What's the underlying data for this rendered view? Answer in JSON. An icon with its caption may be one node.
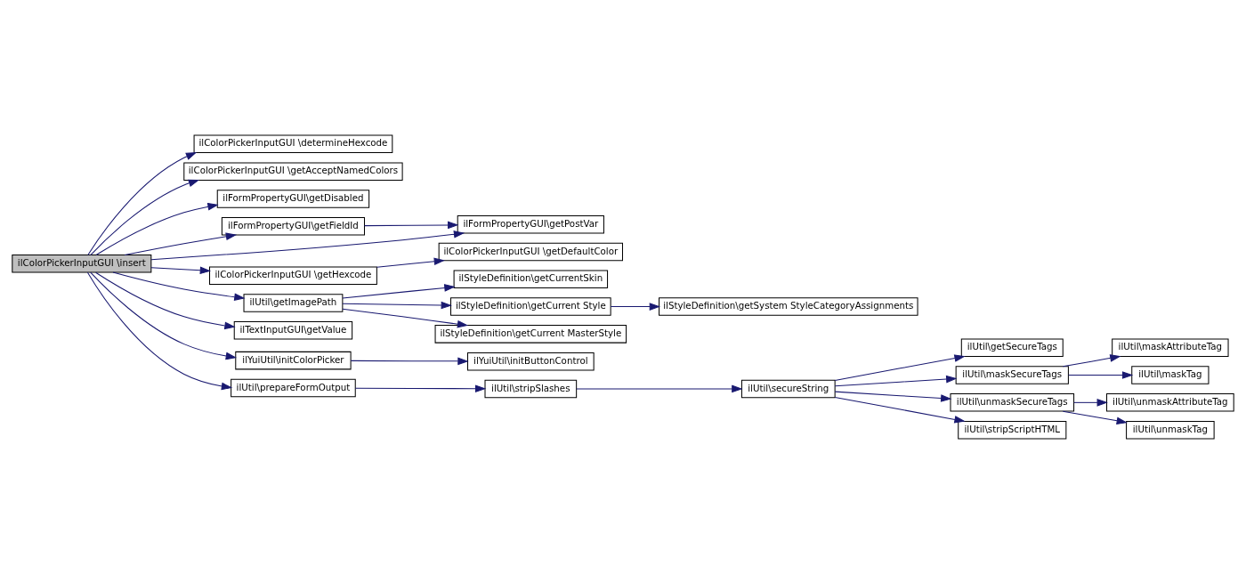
{
  "diagram": {
    "nodes": [
      {
        "text": [
          "ilColorPickerInputGUI \\insert"
        ]
      },
      {
        "text": [
          "ilColorPickerInputGUI \\determineHexcode"
        ]
      },
      {
        "text": [
          "ilColorPickerInputGUI \\getAcceptNamedColors"
        ]
      },
      {
        "text": [
          "ilFormPropertyGUI\\getDisabled"
        ]
      },
      {
        "text": [
          "ilFormPropertyGUI\\getFieldId"
        ]
      },
      {
        "text": [
          "ilFormPropertyGUI\\getPostVar"
        ]
      },
      {
        "text": [
          "ilColorPickerInputGUI \\getDefaultColor"
        ]
      },
      {
        "text": [
          "ilColorPickerInputGUI \\getHexcode"
        ]
      },
      {
        "text": [
          "ilStyleDefinition\\getCurrentSkin"
        ]
      },
      {
        "text": [
          "ilUtil\\getImagePath"
        ]
      },
      {
        "text": [
          "ilStyleDefinition\\getCurrent Style"
        ]
      },
      {
        "text": [
          "ilStyleDefinition\\getSystem StyleCategoryAssignments"
        ]
      },
      {
        "text": [
          "ilTextInputGUI\\getValue"
        ]
      },
      {
        "text": [
          "ilStyleDefinition\\getCurrent MasterStyle"
        ]
      },
      {
        "text": [
          "ilYuiUtil\\initColorPicker"
        ]
      },
      {
        "text": [
          "ilYuiUtil\\initButtonControl"
        ]
      },
      {
        "text": [
          "ilUtil\\getSecureTags"
        ]
      },
      {
        "text": [
          "ilUtil\\maskAttributeTag"
        ]
      },
      {
        "text": [
          "ilUtil\\maskSecureTags"
        ]
      },
      {
        "text": [
          "ilUtil\\maskTag"
        ]
      },
      {
        "text": [
          "ilUtil\\prepareFormOutput"
        ]
      },
      {
        "text": [
          "ilUtil\\stripSlashes"
        ]
      },
      {
        "text": [
          "ilUtil\\secureString"
        ]
      },
      {
        "text": [
          "ilUtil\\unmaskSecureTags"
        ]
      },
      {
        "text": [
          "ilUtil\\unmaskAttributeTag"
        ]
      },
      {
        "text": [
          "ilUtil\\stripScriptHTML"
        ]
      },
      {
        "text": [
          "ilUtil\\unmaskTag"
        ]
      }
    ],
    "edges": [
      {
        "from": 0,
        "to": 1,
        "arrow": "to"
      },
      {
        "from": 0,
        "to": 2,
        "arrow": "to"
      },
      {
        "from": 0,
        "to": 3,
        "arrow": "to"
      },
      {
        "from": 0,
        "to": 4,
        "arrow": "to"
      },
      {
        "from": 0,
        "to": 5,
        "arrow": "to"
      },
      {
        "from": 0,
        "to": 7,
        "arrow": "to"
      },
      {
        "from": 0,
        "to": 9,
        "arrow": "to"
      },
      {
        "from": 0,
        "to": 12,
        "arrow": "to"
      },
      {
        "from": 0,
        "to": 14,
        "arrow": "to"
      },
      {
        "from": 0,
        "to": 20,
        "arrow": "to"
      },
      {
        "from": 4,
        "to": 5,
        "arrow": "to"
      },
      {
        "from": 7,
        "to": 6,
        "arrow": "to"
      },
      {
        "from": 9,
        "to": 8,
        "arrow": "to"
      },
      {
        "from": 9,
        "to": 10,
        "arrow": "to"
      },
      {
        "from": 9,
        "to": 13,
        "arrow": "to"
      },
      {
        "from": 10,
        "to": 11,
        "arrow": "to"
      },
      {
        "from": 14,
        "to": 15,
        "arrow": "to"
      },
      {
        "from": 20,
        "to": 21,
        "arrow": "to"
      },
      {
        "from": 21,
        "to": 22,
        "arrow": "to"
      },
      {
        "from": 22,
        "to": 16,
        "arrow": "to"
      },
      {
        "from": 22,
        "to": 18,
        "arrow": "to"
      },
      {
        "from": 22,
        "to": 23,
        "arrow": "to"
      },
      {
        "from": 22,
        "to": 25,
        "arrow": "to"
      },
      {
        "from": 18,
        "to": 17,
        "arrow": "to"
      },
      {
        "from": 18,
        "to": 19,
        "arrow": "to"
      },
      {
        "from": 23,
        "to": 24,
        "arrow": "to"
      },
      {
        "from": 23,
        "to": 26,
        "arrow": "to"
      }
    ]
  }
}
